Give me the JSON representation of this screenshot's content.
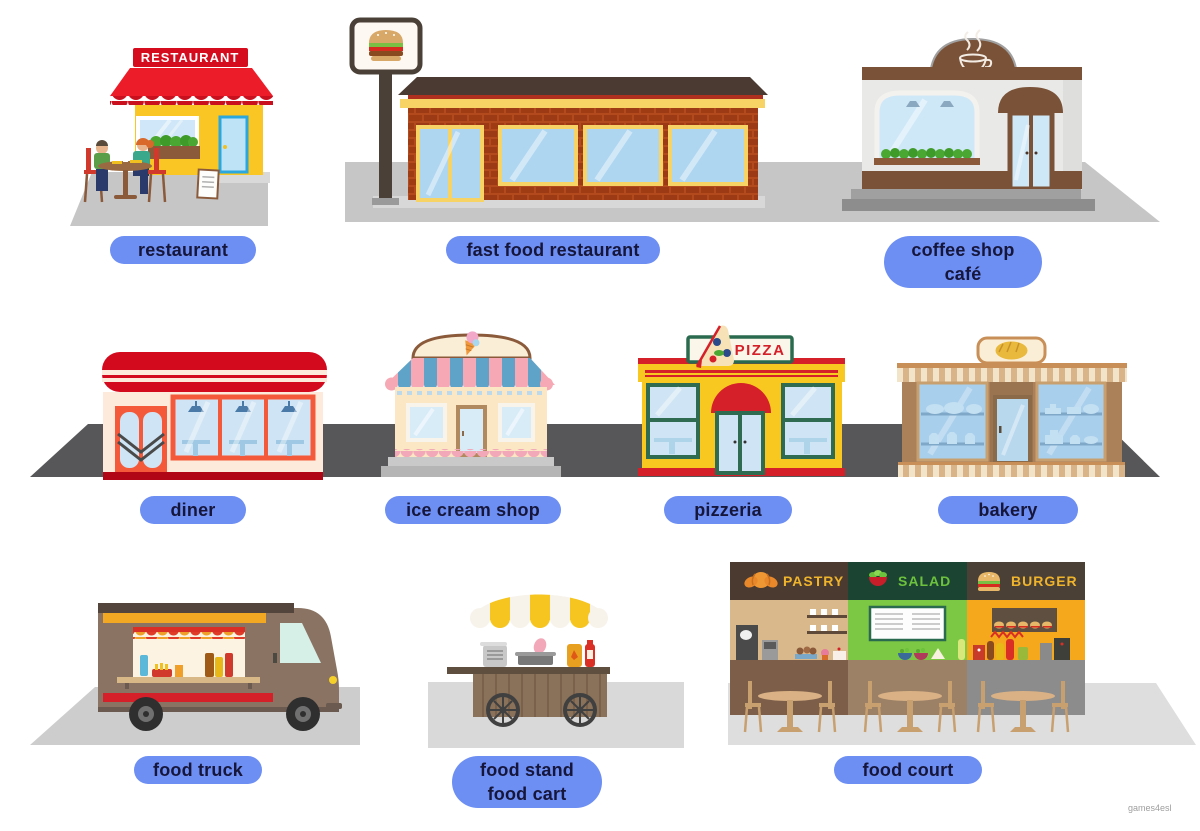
{
  "page": {
    "watermark": "games4esl"
  },
  "items": [
    {
      "id": "restaurant",
      "label_lines": [
        "restaurant"
      ]
    },
    {
      "id": "fast-food-restaurant",
      "label_lines": [
        "fast food restaurant"
      ]
    },
    {
      "id": "coffee-shop-cafe",
      "label_lines": [
        "coffee shop",
        "café"
      ]
    },
    {
      "id": "diner",
      "label_lines": [
        "diner"
      ]
    },
    {
      "id": "ice-cream-shop",
      "label_lines": [
        "ice cream shop"
      ]
    },
    {
      "id": "pizzeria",
      "label_lines": [
        "pizzeria"
      ]
    },
    {
      "id": "bakery",
      "label_lines": [
        "bakery"
      ]
    },
    {
      "id": "food-truck",
      "label_lines": [
        "food truck"
      ]
    },
    {
      "id": "food-stand-food-cart",
      "label_lines": [
        "food stand",
        "food cart"
      ]
    },
    {
      "id": "food-court",
      "label_lines": [
        "food court"
      ]
    }
  ],
  "signs": {
    "restaurant": "RESTAURANT",
    "pizza": "PIZZA",
    "food_court_pastry": "PASTRY",
    "food_court_salad": "SALAD",
    "food_court_burger": "BURGER"
  },
  "colors": {
    "pill": "#6d8ff3",
    "label_text": "#16163b",
    "restaurant_sign_bg": "#d50c1e",
    "restaurant_sign_text": "#ffffff",
    "pizza_text": "#d5202a",
    "pastry_text": "#f0b42c",
    "salad_text": "#6cc23c",
    "burger_text": "#f0b42c",
    "watermark": "#9e9e9e"
  }
}
